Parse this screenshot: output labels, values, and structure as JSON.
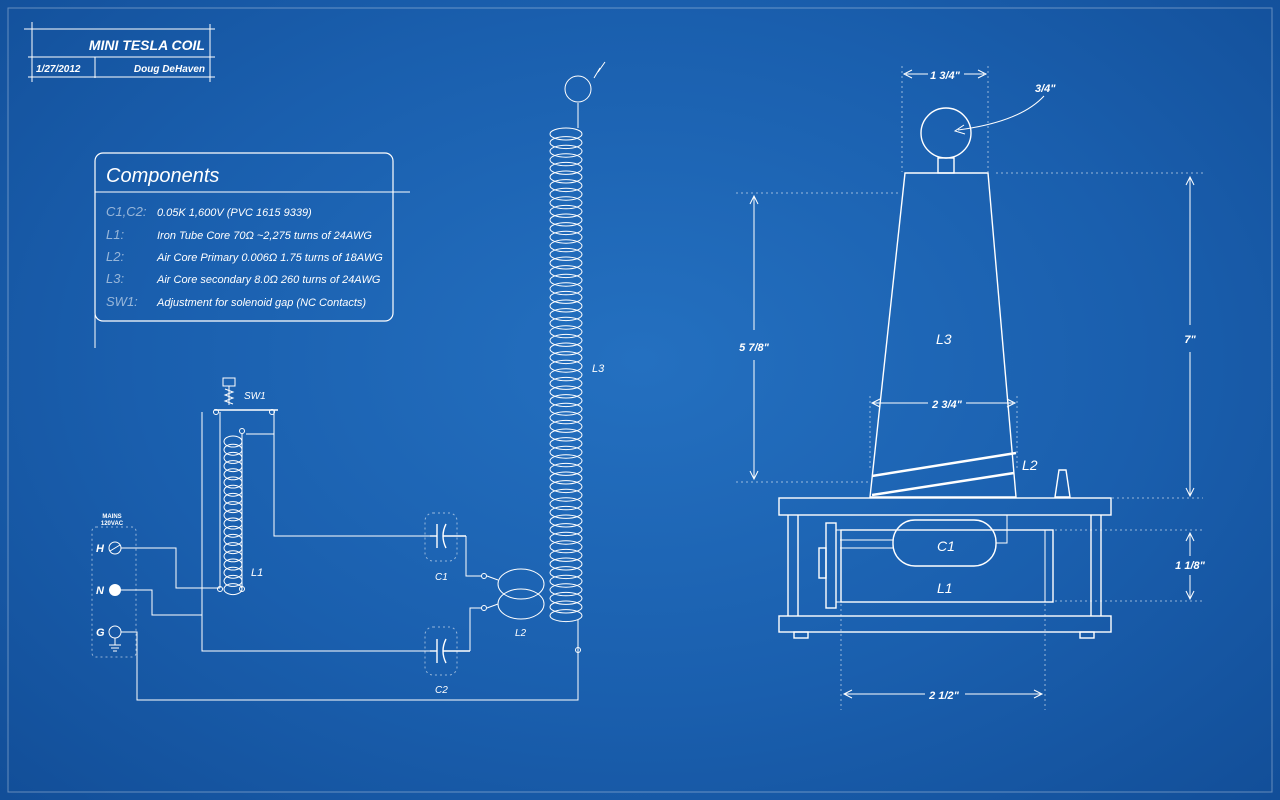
{
  "title_block": {
    "title": "MINI TESLA COIL",
    "date": "1/27/2012",
    "author": "Doug DeHaven"
  },
  "components": {
    "heading": "Components",
    "items": [
      {
        "ref": "C1,C2:",
        "desc": "0.05K 1,600V (PVC 1615 9339)"
      },
      {
        "ref": "L1:",
        "desc": "Iron Tube Core 70Ω ~2,275 turns of 24AWG"
      },
      {
        "ref": "L2:",
        "desc": "Air Core Primary 0.006Ω 1.75 turns of 18AWG"
      },
      {
        "ref": "L3:",
        "desc": "Air Core secondary 8.0Ω 260 turns of 24AWG"
      },
      {
        "ref": "SW1:",
        "desc": "Adjustment for solenoid gap (NC Contacts)"
      }
    ]
  },
  "schematic": {
    "mains_label_1": "MAINS",
    "mains_label_2": "120VAC",
    "terminal_h": "H",
    "terminal_n": "N",
    "terminal_g": "G",
    "sw1": "SW1",
    "l1": "L1",
    "c1": "C1",
    "c2": "C2",
    "l2": "L2",
    "l3": "L3"
  },
  "side_view": {
    "dim_top": "1 3/4\"",
    "dim_ball": "3/4\"",
    "dim_height_left": "5 7/8\"",
    "dim_height_right": "7\"",
    "dim_base_width": "2 3/4\"",
    "dim_box_height": "1 1/8\"",
    "dim_bottom": "2 1/2\"",
    "label_l3": "L3",
    "label_l2": "L2",
    "label_c1": "C1",
    "label_l1": "L1"
  },
  "colors": {
    "background": "#1a5fae",
    "lines": "#ffffff"
  }
}
